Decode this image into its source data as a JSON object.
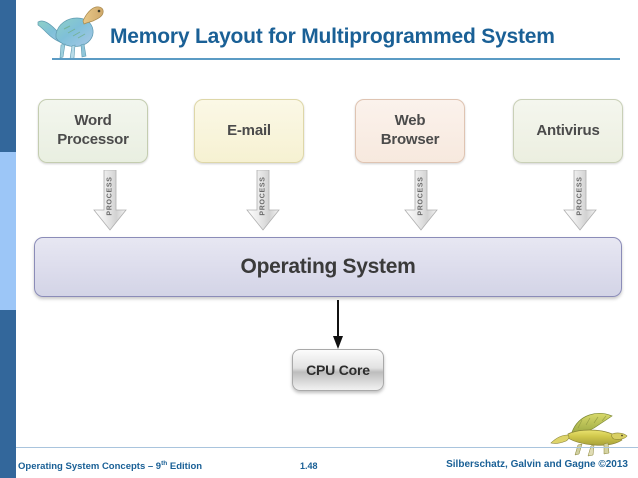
{
  "slide": {
    "title": "Memory Layout for Multiprogrammed System",
    "accent_color": "#1a6096",
    "rail_dark": "#33679b",
    "rail_light": "#9cc6f7"
  },
  "logo": {
    "name": "dinosaur-logo"
  },
  "diagram": {
    "apps": [
      {
        "label": "Word\nProcessor",
        "line1": "Word",
        "line2": "Processor",
        "fill": "#eef3e5"
      },
      {
        "label": "E-mail",
        "line1": "E-mail",
        "line2": "",
        "fill": "#f8f4dc"
      },
      {
        "label": "Web\nBrowser",
        "line1": "Web",
        "line2": "Browser",
        "fill": "#f9ede4"
      },
      {
        "label": "Antivirus",
        "line1": "Antivirus",
        "line2": "",
        "fill": "#f0f3e6"
      }
    ],
    "process_label": "PROCESS",
    "os_label": "Operating System",
    "cpu_label": "CPU Core"
  },
  "footer": {
    "left_prefix": "Operating System Concepts",
    "left_dash": " – 9",
    "left_sup": "th",
    "left_suffix": " Edition",
    "page": "1.48",
    "right": "Silberschatz, Galvin and Gagne ©2013"
  }
}
